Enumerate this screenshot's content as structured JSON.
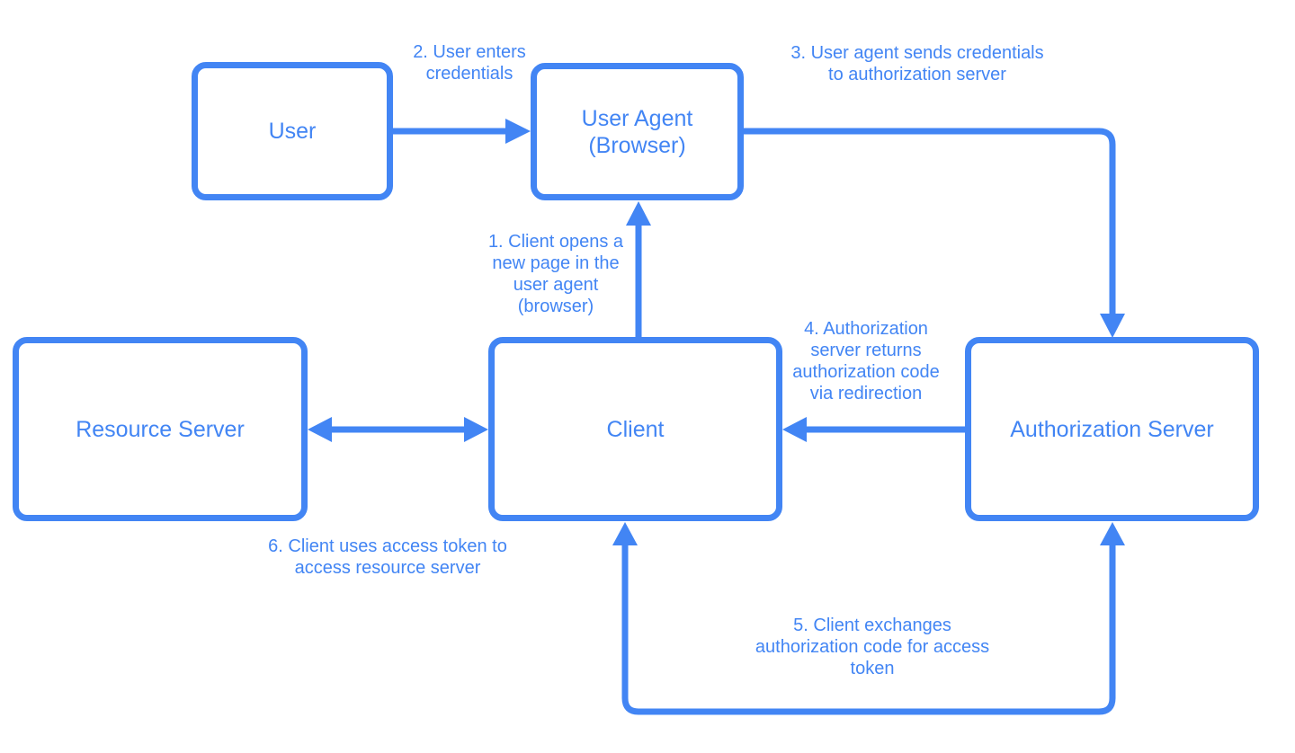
{
  "colors": {
    "accent": "#4285F4",
    "background": "#FFFFFF"
  },
  "nodes": {
    "user": {
      "label": "User"
    },
    "user_agent": {
      "label": "User Agent\n(Browser)"
    },
    "resource_server": {
      "label": "Resource Server"
    },
    "client": {
      "label": "Client"
    },
    "auth_server": {
      "label": "Authorization Server"
    }
  },
  "annotations": {
    "step1": {
      "label": "1. Client opens a\nnew page in the\nuser agent\n(browser)"
    },
    "step2": {
      "label": "2. User enters\ncredentials"
    },
    "step3": {
      "label": "3. User agent sends credentials\nto authorization server"
    },
    "step4": {
      "label": "4. Authorization\nserver returns\nauthorization code\nvia redirection"
    },
    "step5": {
      "label": "5. Client exchanges\nauthorization code for access\ntoken"
    },
    "step6": {
      "label": "6. Client uses access token to\naccess resource server"
    }
  },
  "edges": [
    {
      "id": "step1",
      "from": "client",
      "to": "user_agent",
      "direction": "one-way"
    },
    {
      "id": "step2",
      "from": "user",
      "to": "user_agent",
      "direction": "one-way"
    },
    {
      "id": "step3",
      "from": "user_agent",
      "to": "auth_server",
      "direction": "one-way"
    },
    {
      "id": "step4",
      "from": "auth_server",
      "to": "client",
      "direction": "one-way"
    },
    {
      "id": "step5",
      "from": "client",
      "to": "auth_server",
      "direction": "two-way"
    },
    {
      "id": "step6",
      "from": "client",
      "to": "resource_server",
      "direction": "two-way"
    }
  ]
}
